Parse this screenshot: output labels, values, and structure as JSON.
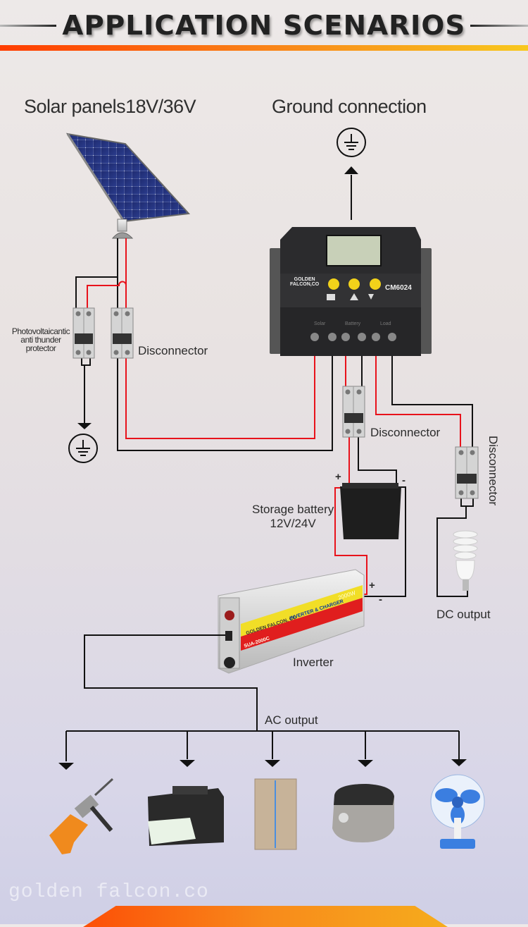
{
  "header": {
    "title": "APPLICATION SCENARIOS",
    "accent_gradient": [
      "#ff3d00",
      "#f98a1a",
      "#f8c81f"
    ]
  },
  "labels": {
    "solar_panels": "Solar panels18V/36V",
    "ground_connection": "Ground connection",
    "pv_protector": [
      "Photovoltaicantic",
      "anti thunder",
      "protector"
    ],
    "disconnector_solar": "Disconnector",
    "disconnector_battery": "Disconnector",
    "disconnector_load": "Disconnector",
    "storage_battery": [
      "Storage battery",
      "12V/24V"
    ],
    "battery_plus": "+",
    "battery_minus": "-",
    "inverter_plus": "+",
    "inverter_minus": "-",
    "inverter": "Inverter",
    "dc_output": "DC output",
    "ac_output": "AC output"
  },
  "controller": {
    "brand_line1": "GOLDEN",
    "brand_line2": "FALCON,CO",
    "model": "CM6024",
    "terminal_groups": [
      "Solar",
      "Battery",
      "Load"
    ],
    "buttons": [
      "menu",
      "up",
      "down-light"
    ]
  },
  "inverter_device": {
    "brand": "GOLDEN FALCON, CO",
    "product": "INVERTER & CHARGER",
    "model": "SUA-2000C",
    "power": "2000W"
  },
  "ac_loads": [
    {
      "name": "electric-drill"
    },
    {
      "name": "printer"
    },
    {
      "name": "refrigerator"
    },
    {
      "name": "rice-cooker"
    },
    {
      "name": "electric-fan"
    }
  ],
  "wire_colors": {
    "positive": "#e8121b",
    "negative": "#111111"
  },
  "watermark": "golden falcon.co"
}
